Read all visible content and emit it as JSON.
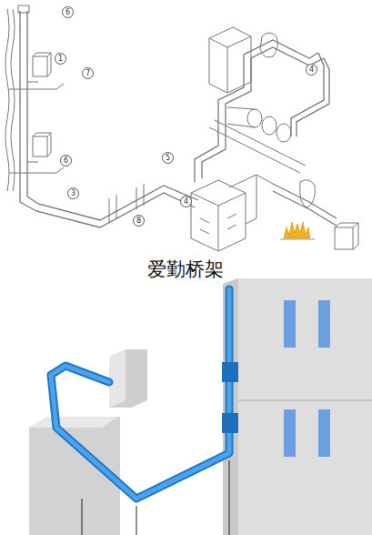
{
  "diagram": {
    "title": "爱勤桥架",
    "labels": [
      "6",
      "1",
      "7",
      "4",
      "6",
      "5",
      "3",
      "8",
      "4"
    ]
  }
}
